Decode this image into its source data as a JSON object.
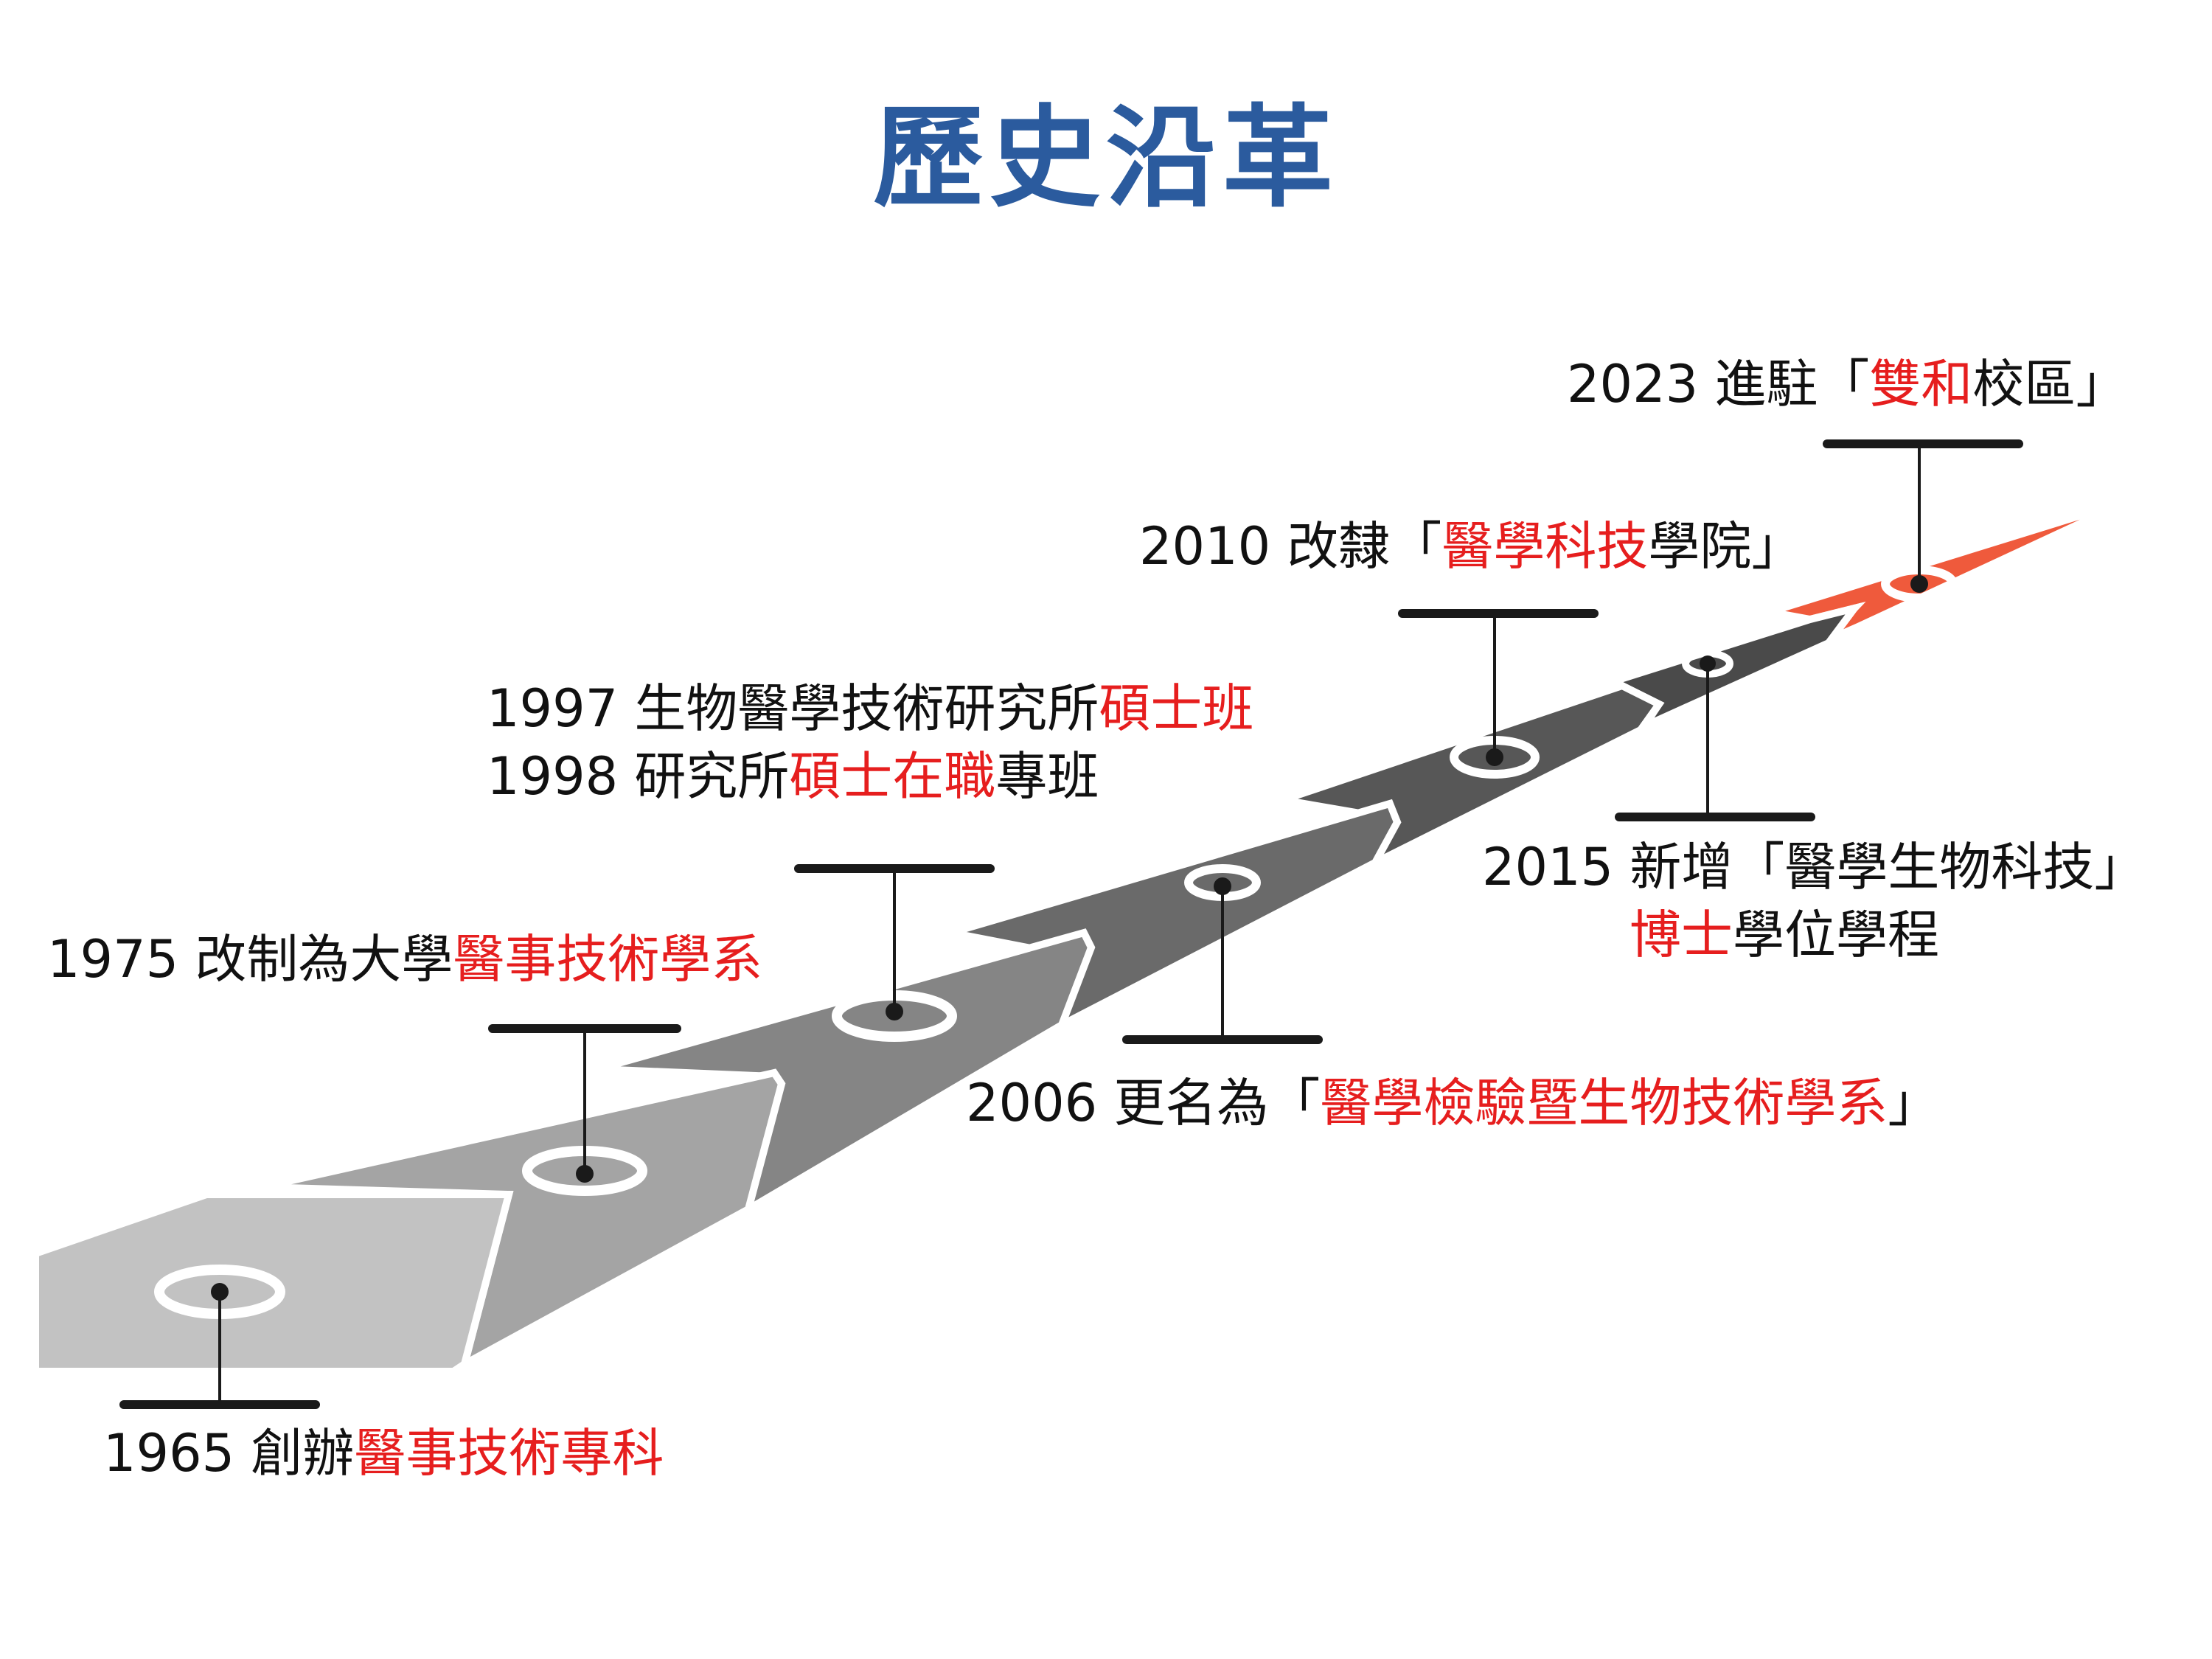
{
  "title": "歷史沿革",
  "colors": {
    "title": "#2b5b9e",
    "highlight": "#e61e1e",
    "text": "#111111",
    "segments": [
      "#c2c2c2",
      "#a4a4a4",
      "#858585",
      "#6a6a6a",
      "#575757",
      "#4a4a4a",
      "#ef5a3c"
    ],
    "connector": "#1a1a1a"
  },
  "milestones": [
    {
      "id": "1965",
      "lines": [
        [
          {
            "t": "1965 創辦",
            "h": false
          },
          {
            "t": "醫事技術專科",
            "h": true
          }
        ]
      ]
    },
    {
      "id": "1975",
      "lines": [
        [
          {
            "t": "1975 改制為大學",
            "h": false
          },
          {
            "t": "醫事技術學系",
            "h": true
          }
        ]
      ]
    },
    {
      "id": "1997",
      "lines": [
        [
          {
            "t": "1997 生物醫學技術研究所",
            "h": false
          },
          {
            "t": "碩士班",
            "h": true
          }
        ],
        [
          {
            "t": "1998 研究所",
            "h": false
          },
          {
            "t": "碩士在職",
            "h": true
          },
          {
            "t": "專班",
            "h": false
          }
        ]
      ]
    },
    {
      "id": "2006",
      "lines": [
        [
          {
            "t": "2006 更名為「",
            "h": false
          },
          {
            "t": "醫學檢驗暨生物技術學系",
            "h": true
          },
          {
            "t": "」",
            "h": false
          }
        ]
      ]
    },
    {
      "id": "2010",
      "lines": [
        [
          {
            "t": "2010 改隸「",
            "h": false
          },
          {
            "t": "醫學科技",
            "h": true
          },
          {
            "t": "學院」",
            "h": false
          }
        ]
      ]
    },
    {
      "id": "2015",
      "lines": [
        [
          {
            "t": "2015 新增「醫學生物科技」",
            "h": false
          }
        ],
        [
          {
            "t": "博士",
            "h": true
          },
          {
            "t": "學位學程",
            "h": false
          }
        ]
      ]
    },
    {
      "id": "2023",
      "lines": [
        [
          {
            "t": "2023 進駐「",
            "h": false
          },
          {
            "t": "雙和",
            "h": true
          },
          {
            "t": "校區」",
            "h": false
          }
        ]
      ]
    }
  ]
}
